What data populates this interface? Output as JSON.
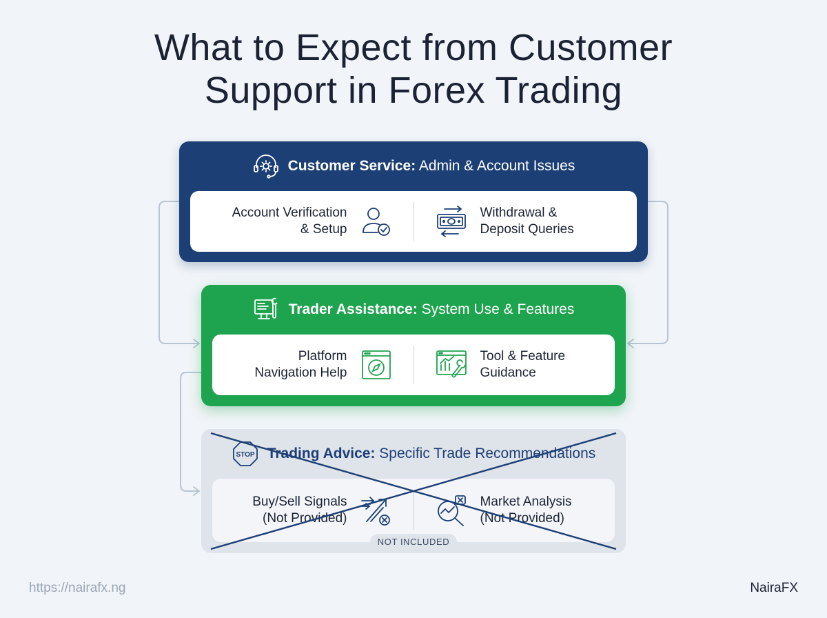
{
  "title": {
    "line1": "What to Expect from Customer",
    "line2": "Support in Forex Trading"
  },
  "panels": [
    {
      "heading_bold": "Customer Service:",
      "heading_rest": "Admin & Account Issues",
      "header_icon": "headset-gear-icon",
      "left_line1": "Account Verification",
      "left_line2": "& Setup",
      "left_icon": "user-check-icon",
      "right_line1": "Withdrawal &",
      "right_line2": "Deposit Queries",
      "right_icon": "money-transfer-icon",
      "color": "#1c3f75"
    },
    {
      "heading_bold": "Trader Assistance:",
      "heading_rest": "System Use & Features",
      "header_icon": "monitor-wrench-icon",
      "left_line1": "Platform",
      "left_line2": "Navigation Help",
      "left_icon": "compass-window-icon",
      "right_line1": "Tool & Feature",
      "right_line2": "Guidance",
      "right_icon": "chart-wrench-icon",
      "color": "#1ea34f"
    },
    {
      "heading_bold": "Trading Advice:",
      "heading_rest": "Specific Trade Recommendations",
      "header_icon": "stop-sign-icon",
      "stop_text": "STOP",
      "left_line1": "Buy/Sell Signals",
      "left_line2": "(Not Provided)",
      "left_icon": "signal-arrows-cancel-icon",
      "right_line1": "Market Analysis",
      "right_line2": "(Not Provided)",
      "right_icon": "magnifier-chart-cancel-icon",
      "badge": "NOT INCLUDED",
      "color": "#dfe3ea"
    }
  ],
  "footer": {
    "url": "https://nairafx.ng",
    "brand": "NairaFX"
  }
}
